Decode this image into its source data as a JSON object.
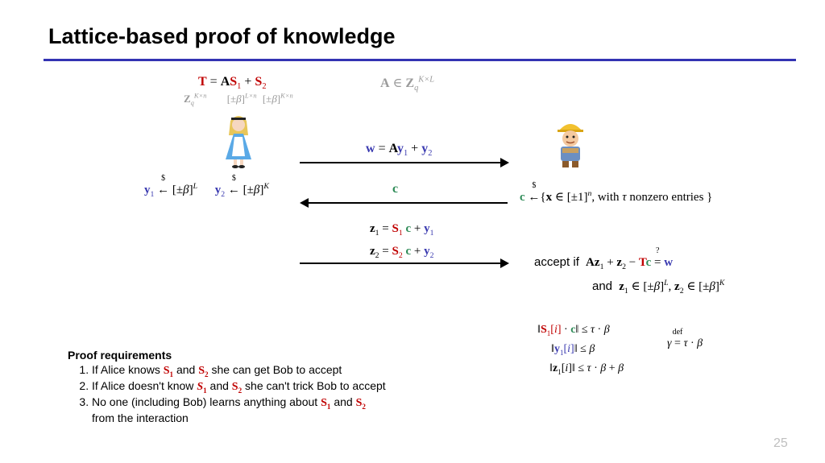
{
  "title": "Lattice-based proof of knowledge",
  "equations": {
    "accept_prefix": "accept if",
    "and_prefix": "and",
    "with_tau_text": ", with ",
    "nonzero_text": " nonzero entries }"
  },
  "proof_requirements": {
    "heading": "Proof requirements",
    "item1_prefix": "If Alice knows",
    "and": "and",
    "item1_suffix": "she can get Bob to accept",
    "item2_prefix": "If Alice doesn't know",
    "item2_suffix": "she can't trick Bob to accept",
    "item3_prefix": "No one (including Bob) learns anything about",
    "item3_suffix": "from the interaction"
  },
  "page_number": "25",
  "colors": {
    "accent_rule": "#3333b3",
    "secret_red": "#c00000",
    "mask_blue": "#3a3ab0",
    "challenge_green": "#2e8b57",
    "public_grey": "#9a9a9a"
  },
  "icons": [
    "alice-icon",
    "bob-icon"
  ]
}
